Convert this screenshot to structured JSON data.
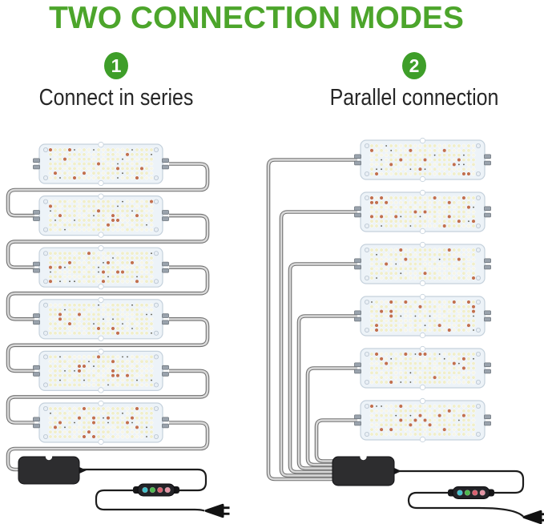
{
  "title": {
    "text": "TWO CONNECTION MODES"
  },
  "modes": [
    {
      "number": "1",
      "label": "Connect in series",
      "connection": "series",
      "panel_count": 6
    },
    {
      "number": "2",
      "label": "Parallel connection",
      "connection": "parallel",
      "panel_count": 6
    }
  ],
  "components": {
    "panel": "led-grow-light-board",
    "driver": "power-adapter",
    "controller": "inline-dimmer-controller",
    "plug": "power-plug"
  },
  "controller": {
    "buttons": [
      "#3fc0cb",
      "#4cb94c",
      "#d95f6e",
      "#e593a3"
    ]
  },
  "colors": {
    "title_green": "#4ca52b",
    "badge_green": "#3e9e29",
    "wire_outline": "#707070",
    "wire_core": "#d9d9d9",
    "cable_black": "#1c1c1c",
    "device_black": "#2d2d2f",
    "panel_fill": "#edf3f8",
    "panel_border": "#c5d1dc",
    "led_warm": "#f0eec9",
    "led_pale": "#f6f5e6",
    "led_red": "#c16f4e",
    "connector_gray": "#9aa3ad"
  }
}
